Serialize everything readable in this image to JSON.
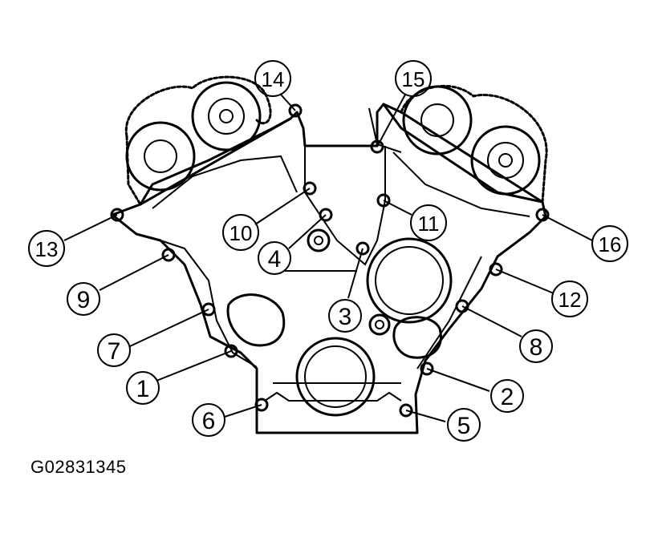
{
  "figure_id": "G02831345",
  "callouts": [
    {
      "n": "1"
    },
    {
      "n": "2"
    },
    {
      "n": "3"
    },
    {
      "n": "4"
    },
    {
      "n": "5"
    },
    {
      "n": "6"
    },
    {
      "n": "7"
    },
    {
      "n": "8"
    },
    {
      "n": "9"
    },
    {
      "n": "10"
    },
    {
      "n": "11"
    },
    {
      "n": "12"
    },
    {
      "n": "13"
    },
    {
      "n": "14"
    },
    {
      "n": "15"
    },
    {
      "n": "16"
    }
  ]
}
